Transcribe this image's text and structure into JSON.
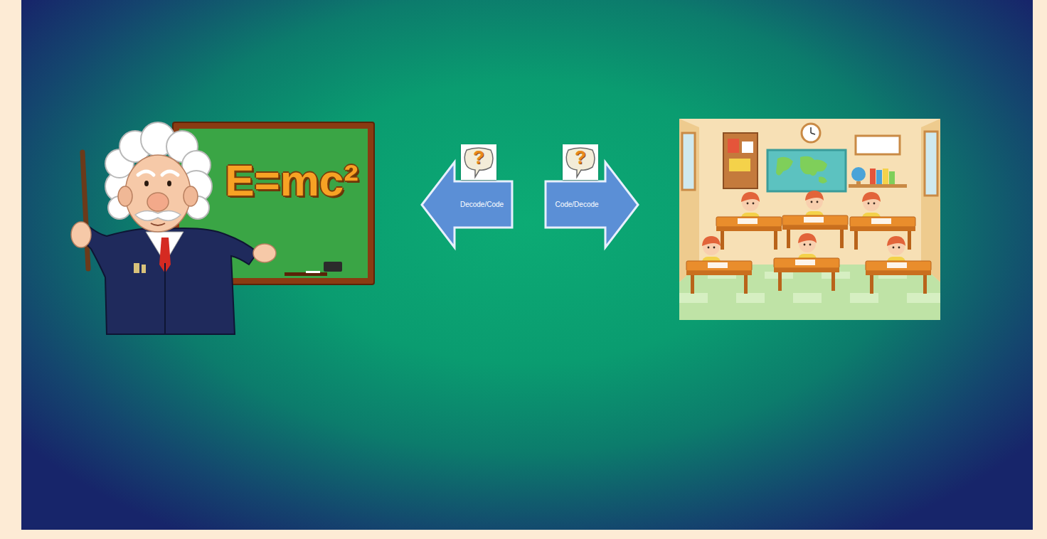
{
  "diagram": {
    "nodes": [
      {
        "text": [
          "E=mc²"
        ]
      },
      {
        "text": [
          "Decode/Code"
        ]
      },
      {
        "text": [
          "Code/Decode"
        ]
      }
    ],
    "labels": [
      "?",
      "?"
    ]
  }
}
